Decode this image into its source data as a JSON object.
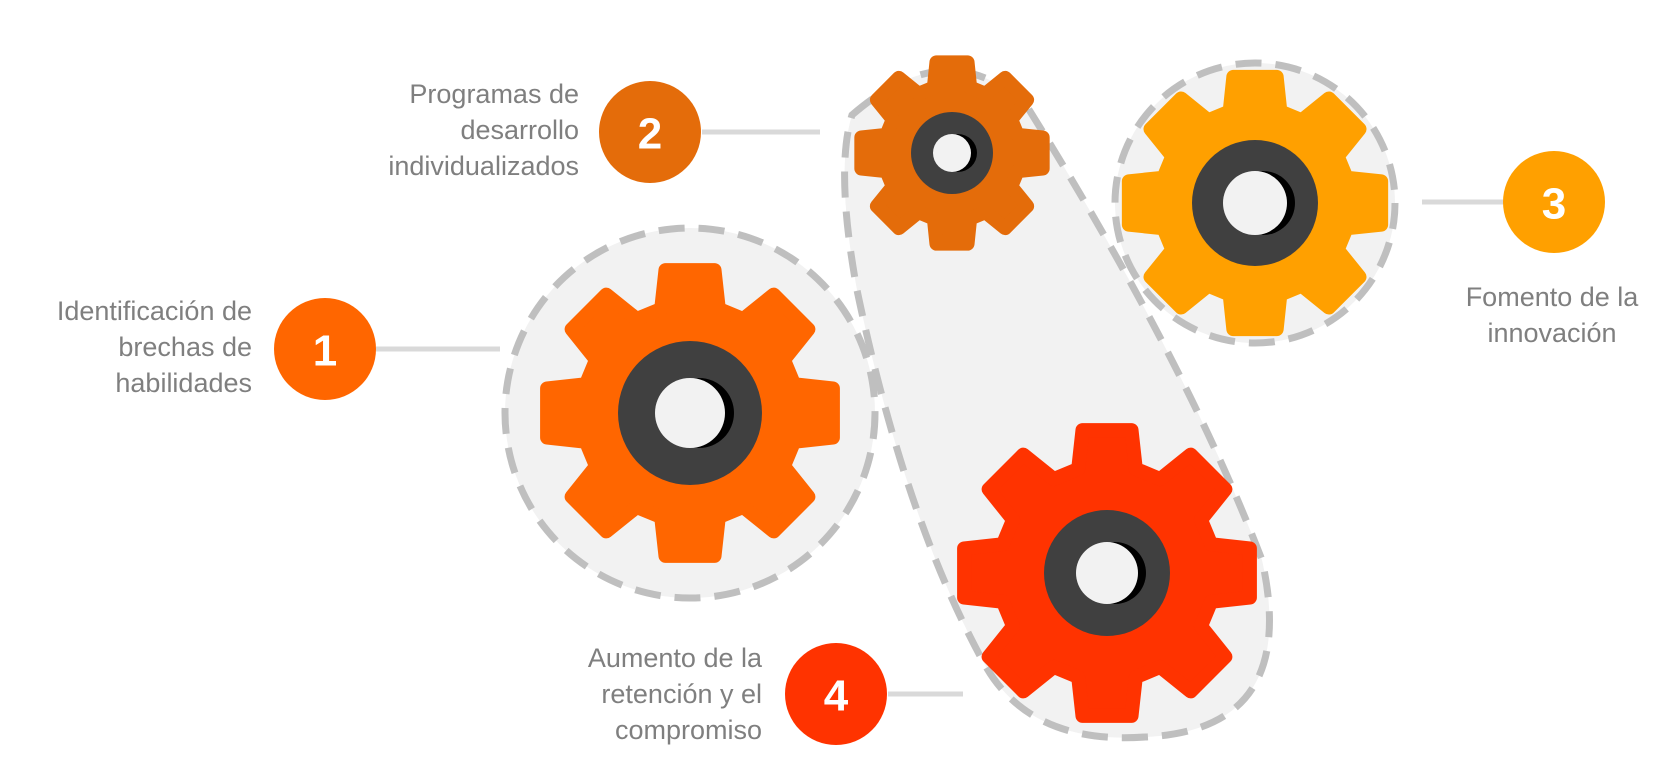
{
  "steps": [
    {
      "number": "1",
      "lines": [
        "Identificación de",
        "brechas de",
        "habilidades"
      ],
      "color": "#ff6600"
    },
    {
      "number": "2",
      "lines": [
        "Programas de",
        "desarrollo",
        "individualizados"
      ],
      "color": "#e46c0a"
    },
    {
      "number": "3",
      "lines": [
        "Fomento de la",
        "innovación"
      ],
      "color": "#ffa000"
    },
    {
      "number": "4",
      "lines": [
        "Aumento de la",
        "retención y el",
        "compromiso"
      ],
      "color": "#ff3300"
    }
  ],
  "colors": {
    "hub": "#404040",
    "backdrop": "#f2f2f2",
    "dash": "#bfbfbf",
    "connector": "#d9d9d9",
    "label_text": "#7f7f7f"
  }
}
